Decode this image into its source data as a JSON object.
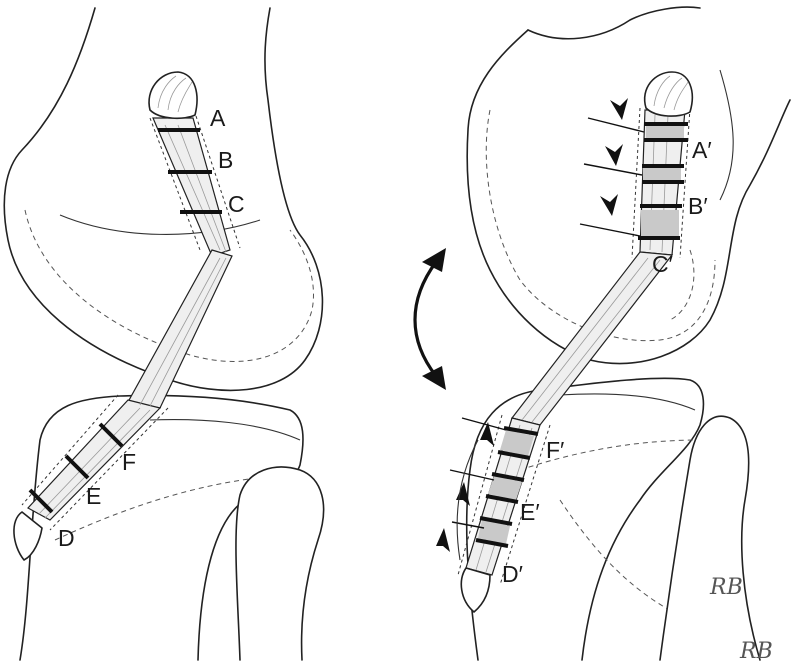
{
  "left_panel": {
    "labels": [
      "A",
      "B",
      "C",
      "D",
      "E",
      "F"
    ]
  },
  "right_panel": {
    "labels": [
      "A′",
      "B′",
      "C′",
      "D′",
      "E′",
      "F′"
    ]
  },
  "signatures": [
    "RB",
    "RB"
  ]
}
